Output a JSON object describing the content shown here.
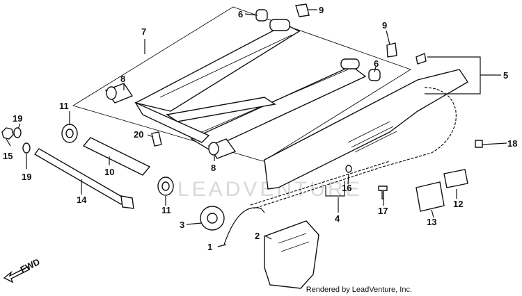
{
  "watermark": "LEADVENTURE",
  "credit": "Rendered by LeadVenture, Inc.",
  "fwd_label": "FWD",
  "callouts": {
    "c1": "1",
    "c2": "2",
    "c3": "3",
    "c4": "4",
    "c5": "5",
    "c6a": "6",
    "c6b": "6",
    "c7": "7",
    "c8a": "8",
    "c8b": "8",
    "c9a": "9",
    "c9b": "9",
    "c10": "10",
    "c11a": "11",
    "c11b": "11",
    "c12": "12",
    "c13": "13",
    "c14": "14",
    "c15": "15",
    "c16": "16",
    "c17": "17",
    "c18": "18",
    "c19a": "19",
    "c19b": "19",
    "c20": "20"
  }
}
